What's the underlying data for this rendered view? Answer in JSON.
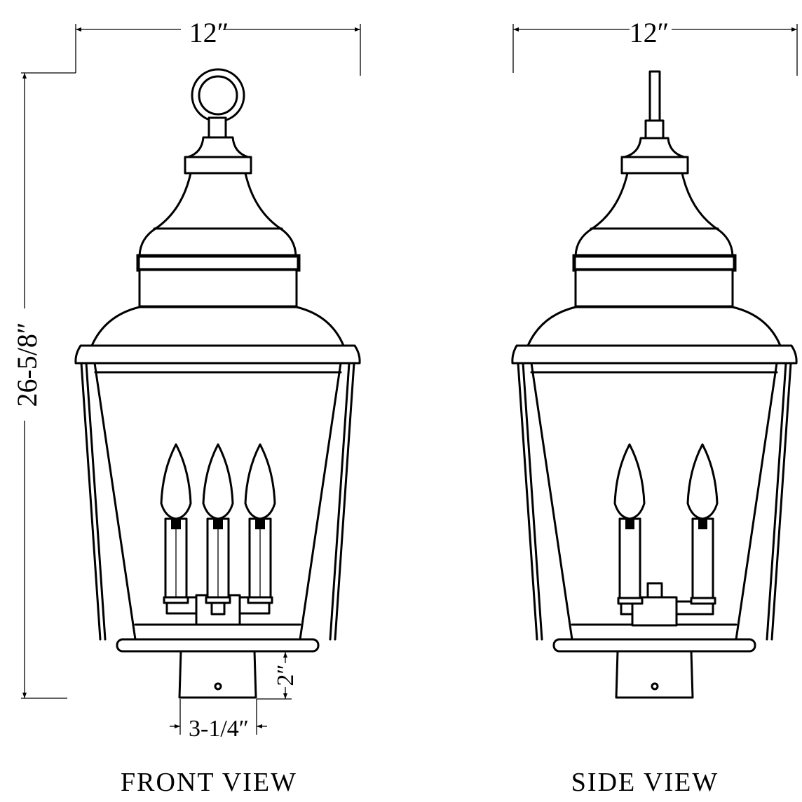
{
  "drawing": {
    "title": "Outdoor post lantern dimension drawing",
    "line_color": "#000000",
    "background": "#ffffff"
  },
  "dimensions": {
    "front_width": "12″",
    "side_width": "12″",
    "overall_height": "26-5/8″",
    "post_fitter_height": "2″",
    "post_fitter_width": "3-1/4″"
  },
  "views": [
    {
      "label": "FRONT VIEW",
      "candles": 3,
      "top": "ring loop"
    },
    {
      "label": "SIDE VIEW",
      "candles": 2,
      "top": "loop (edge-on)"
    }
  ]
}
